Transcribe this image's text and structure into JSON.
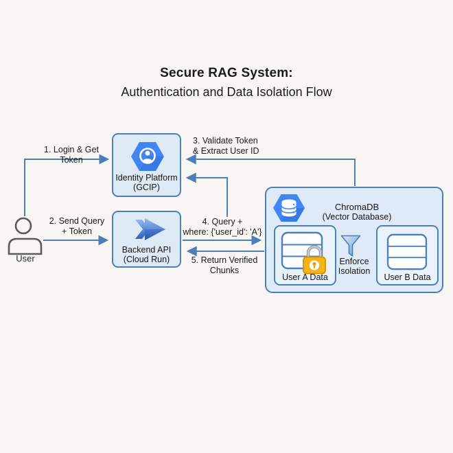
{
  "title": {
    "line1": "Secure RAG System:",
    "line2": "Authentication and Data Isolation Flow"
  },
  "actor": {
    "user_label": "User"
  },
  "nodes": {
    "identity": {
      "title": "Identity Platform",
      "subtitle": "(GCIP)"
    },
    "backend": {
      "title": "Backend API",
      "subtitle": "(Cloud Run)"
    },
    "chromadb": {
      "title": "ChromaDB",
      "subtitle": "(Vector Database)"
    },
    "user_a": {
      "label": "User A Data"
    },
    "user_b": {
      "label": "User B Data"
    },
    "isolation": {
      "line1": "Enforce",
      "line2": "Isolation"
    }
  },
  "edges": {
    "e1": {
      "label": "1. Login & Get Token"
    },
    "e2": {
      "line1": "2. Send Query",
      "line2": "+ Token"
    },
    "e3": {
      "line1": "3. Validate Token",
      "line2": "& Extract User ID"
    },
    "e4": {
      "line1": "4. Query +",
      "line2": "where: {'user_id': 'A'}"
    },
    "e5": {
      "line1": "5. Return Verified",
      "line2": "Chunks"
    }
  },
  "icons": [
    "user-person-icon",
    "identity-platform-hexagon-icon",
    "cloud-run-arrows-icon",
    "chromadb-database-hexagon-icon",
    "user-a-table-icon",
    "lock-icon",
    "filter-funnel-icon",
    "user-b-table-icon"
  ],
  "colors": {
    "background": "#f7f6f2",
    "box_fill": "#dee9f6",
    "box_border": "#4c7fb8",
    "arrow": "#4c7fb8",
    "gcp_blue": "#4285f4",
    "lock_gold": "#f2b41c",
    "text": "#1b1b1b"
  }
}
